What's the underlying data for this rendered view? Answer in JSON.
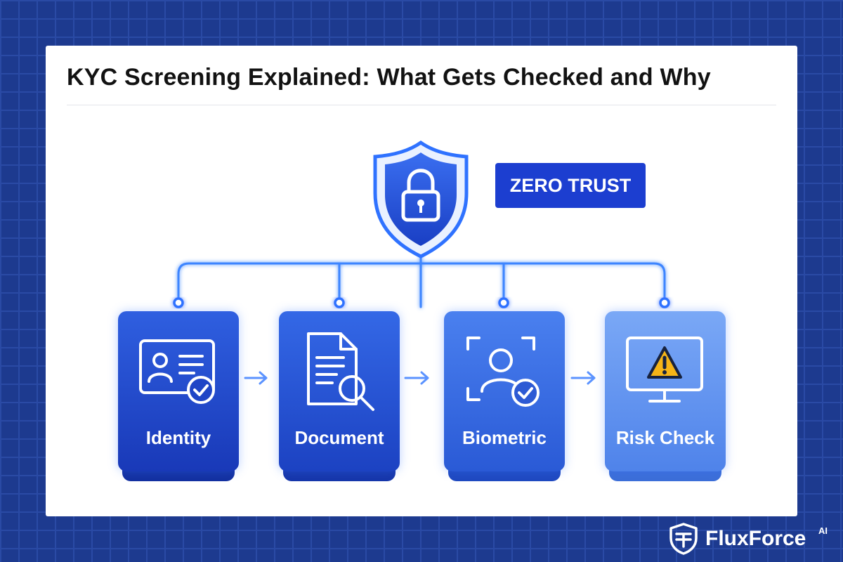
{
  "title": "KYC Screening Explained: What Gets Checked and Why",
  "badge": "ZERO TRUST",
  "steps": [
    {
      "label": "Identity",
      "icon": "id-card-check-icon"
    },
    {
      "label": "Document",
      "icon": "document-search-icon"
    },
    {
      "label": "Biometric",
      "icon": "face-scan-check-icon"
    },
    {
      "label": "Risk Check",
      "icon": "monitor-warning-icon"
    }
  ],
  "brand": {
    "name": "FluxForce",
    "suffix": "AI"
  },
  "colors": {
    "background": "#1d3a8f",
    "accent": "#1c3ed0",
    "connector": "#3d85ff",
    "warning": "#f5b418"
  }
}
